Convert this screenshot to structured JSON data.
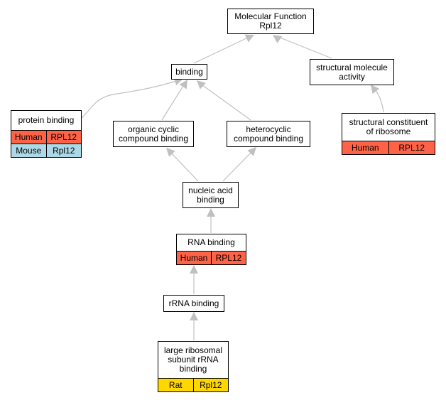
{
  "nodes": {
    "molecular_function": {
      "label": "Molecular Function\nRpl12"
    },
    "binding": {
      "label": "binding"
    },
    "structural_molecule_activity": {
      "label": "structural molecule\nactivity"
    },
    "protein_binding": {
      "label": "protein binding",
      "rows": [
        {
          "species": "Human",
          "gene": "RPL12",
          "color": "#ff6347"
        },
        {
          "species": "Mouse",
          "gene": "Rpl12",
          "color": "#add8e6"
        }
      ]
    },
    "organic_cyclic": {
      "label": "organic cyclic\ncompound binding"
    },
    "heterocyclic": {
      "label": "heterocyclic\ncompound binding"
    },
    "structural_constituent": {
      "label": "structural constituent\nof ribosome",
      "rows": [
        {
          "species": "Human",
          "gene": "RPL12",
          "color": "#ff6347"
        }
      ]
    },
    "nucleic_acid": {
      "label": "nucleic acid\nbinding"
    },
    "rna_binding": {
      "label": "RNA binding",
      "rows": [
        {
          "species": "Human",
          "gene": "RPL12",
          "color": "#ff6347"
        }
      ]
    },
    "rrna_binding": {
      "label": "rRNA binding"
    },
    "large_ribosomal": {
      "label": "large ribosomal\nsubunit rRNA\nbinding",
      "rows": [
        {
          "species": "Rat",
          "gene": "Rpl12",
          "color": "#ffd700"
        }
      ]
    }
  },
  "edges": [
    {
      "from": "binding",
      "to": "molecular_function"
    },
    {
      "from": "structural_molecule_activity",
      "to": "molecular_function"
    },
    {
      "from": "protein_binding",
      "to": "binding"
    },
    {
      "from": "organic_cyclic",
      "to": "binding"
    },
    {
      "from": "heterocyclic",
      "to": "binding"
    },
    {
      "from": "structural_constituent",
      "to": "structural_molecule_activity"
    },
    {
      "from": "nucleic_acid",
      "to": "organic_cyclic"
    },
    {
      "from": "nucleic_acid",
      "to": "heterocyclic"
    },
    {
      "from": "rna_binding",
      "to": "nucleic_acid"
    },
    {
      "from": "rrna_binding",
      "to": "rna_binding"
    },
    {
      "from": "large_ribosomal",
      "to": "rrna_binding"
    }
  ],
  "edge_color": "#c0c0c0"
}
